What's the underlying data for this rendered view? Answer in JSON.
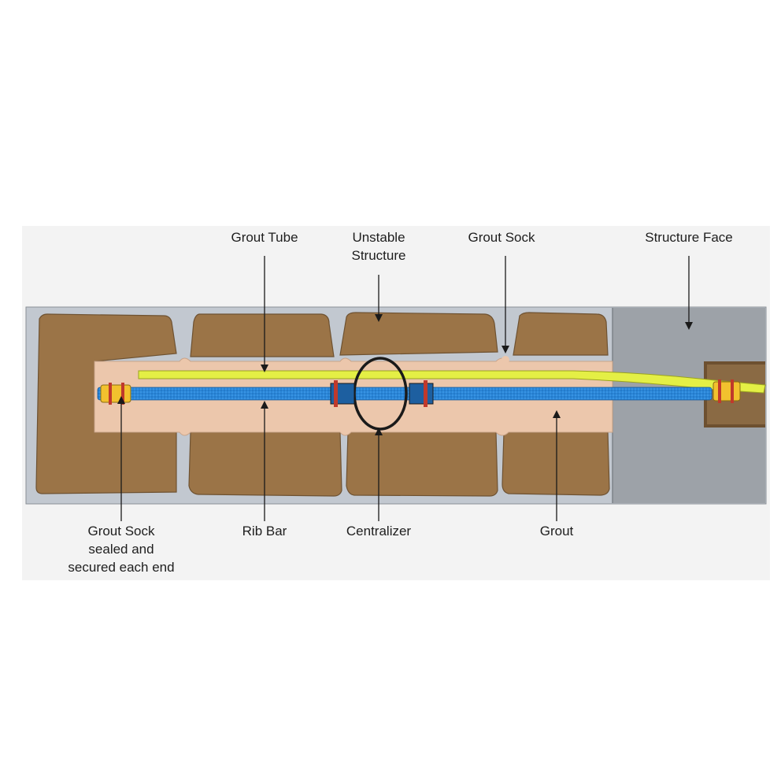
{
  "labels": {
    "grout_tube": "Grout Tube",
    "unstable_structure": [
      "Unstable",
      "Structure"
    ],
    "grout_sock_top": "Grout Sock",
    "structure_face": "Structure Face",
    "grout_sock_sealed": [
      "Grout Sock",
      "sealed and",
      "secured each end"
    ],
    "rib_bar": "Rib Bar",
    "centralizer": "Centralizer",
    "grout": "Grout"
  },
  "colors": {
    "background": "#ffffff",
    "panel": "#f3f3f3",
    "ground": "#c2c8d0",
    "rock": "#9b7447",
    "rock_edge": "#6e5232",
    "grout": "#ecc7ac",
    "grout_sock": "#ecc7ac",
    "structure_face": "#9da2a8",
    "rib_bar": "#2a86d8",
    "grout_tube": "#e4ef45",
    "centralizer": "#1a1a1a",
    "clamp": "#c0392b",
    "end_cap": "#f2c12e",
    "arrow": "#1a1a1a"
  },
  "icons": [
    "arrow-icon",
    "centralizer-ring-icon",
    "clamp-icon",
    "end-cap-icon"
  ]
}
